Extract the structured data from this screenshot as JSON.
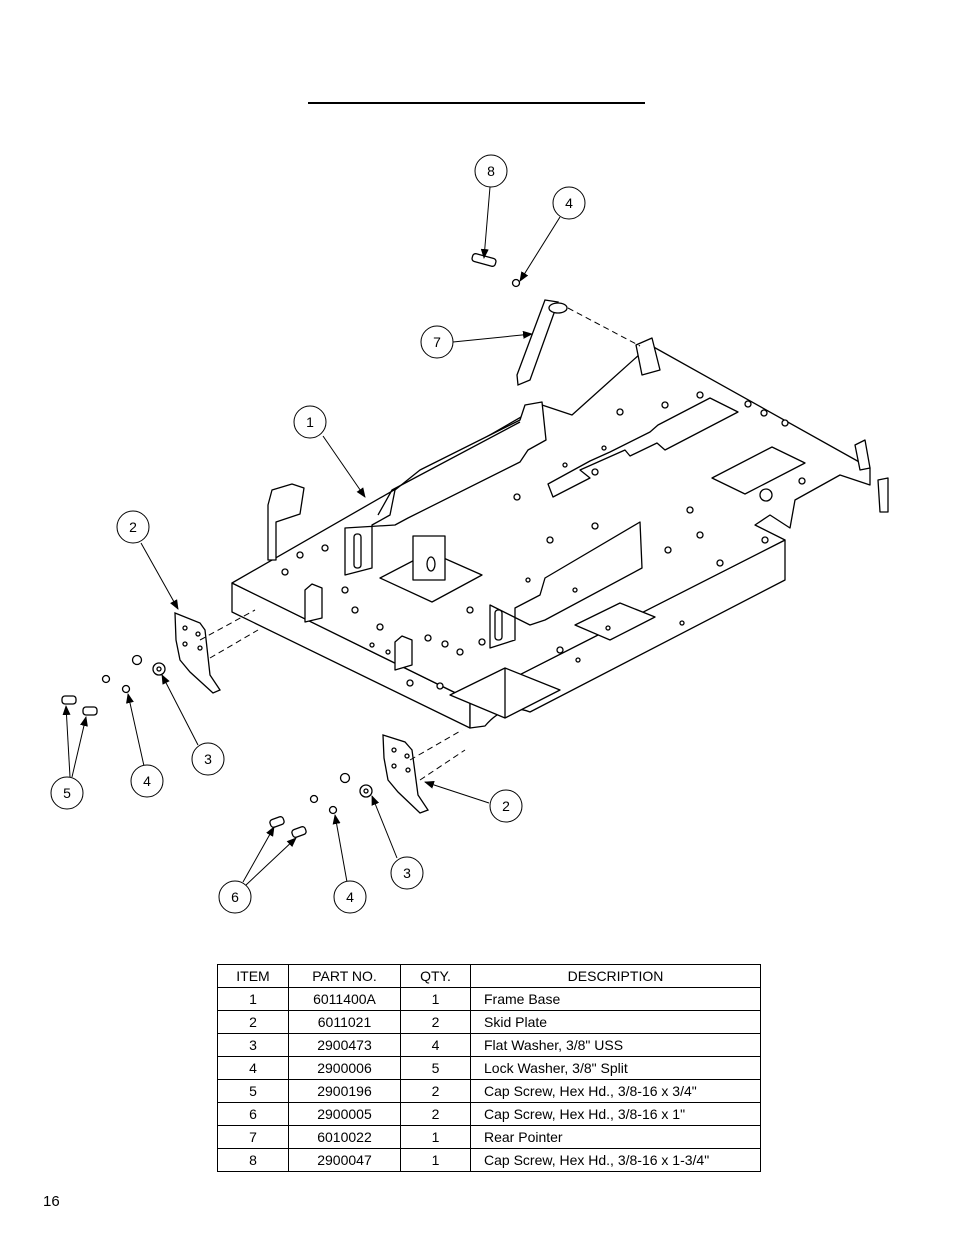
{
  "callouts": [
    {
      "label": "8"
    },
    {
      "label": "4"
    },
    {
      "label": "7"
    },
    {
      "label": "1"
    },
    {
      "label": "2"
    },
    {
      "label": "3"
    },
    {
      "label": "4"
    },
    {
      "label": "5"
    },
    {
      "label": "2"
    },
    {
      "label": "3"
    },
    {
      "label": "4"
    },
    {
      "label": "6"
    }
  ],
  "table": {
    "headers": [
      "ITEM",
      "PART NO.",
      "QTY.",
      "DESCRIPTION"
    ],
    "rows": [
      {
        "item": "1",
        "part": "6011400A",
        "qty": "1",
        "desc": "Frame Base"
      },
      {
        "item": "2",
        "part": "6011021",
        "qty": "2",
        "desc": "Skid Plate"
      },
      {
        "item": "3",
        "part": "2900473",
        "qty": "4",
        "desc": "Flat Washer, 3/8\" USS"
      },
      {
        "item": "4",
        "part": "2900006",
        "qty": "5",
        "desc": "Lock Washer, 3/8\" Split"
      },
      {
        "item": "5",
        "part": "2900196",
        "qty": "2",
        "desc": "Cap Screw, Hex Hd., 3/8-16 x 3/4\""
      },
      {
        "item": "6",
        "part": "2900005",
        "qty": "2",
        "desc": "Cap Screw, Hex Hd., 3/8-16 x 1\""
      },
      {
        "item": "7",
        "part": "6010022",
        "qty": "1",
        "desc": "Rear Pointer"
      },
      {
        "item": "8",
        "part": "2900047",
        "qty": "1",
        "desc": "Cap Screw, Hex Hd., 3/8-16 x 1-3/4\""
      }
    ]
  },
  "page_number": "16"
}
